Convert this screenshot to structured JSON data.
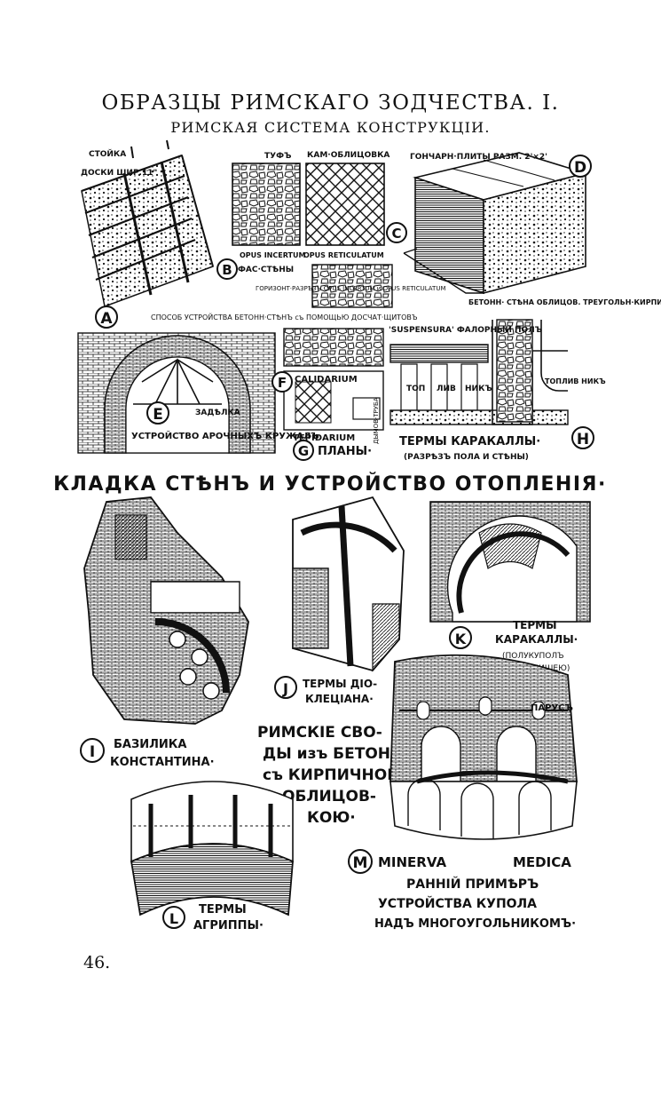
{
  "title": "ОБРАЗЦЫ РИМСКАГО ЗОДЧЕСТВА. I.",
  "subtitle": "РИМСКАЯ СИСТЕМА КОНСТРУКЦІИ.",
  "page_number": "46.",
  "section_heading": "КЛАДКА СТѢНЪ И УСТРОЙСТВО ОТОПЛЕНІЯ·",
  "panels": {
    "A": {
      "letter": "A",
      "labels": [
        "СТОЙКА",
        "ДОСКИ ШИР.11\"",
        "СПОСОБ УСТРОЙСТВА БЕТОНН·СТѢНЪ съ ПОМОЩЬЮ ДОСЧАТ·ЩИТОВЪ"
      ]
    },
    "B": {
      "letter": "B",
      "labels": [
        "ТУФЪ",
        "OPUS INCERTUM",
        "ФАС·СТѢНЫ",
        "ГОРИЗОНТ·РАЗРѢЗЪ ОРUS INCERTUM и OPUS RETICULATUM"
      ]
    },
    "C": {
      "letter": "C",
      "labels": [
        "КАМ·ОБЛИЦОВКА",
        "OPUS RETICULATUM"
      ]
    },
    "D": {
      "letter": "D",
      "labels": [
        "ГОНЧАРН·ПЛИТЫ РАЗМ. 2'×2'",
        "БЕТОНН· СТѢНА ОБЛИЦОВ. ТРЕУГОЛЬН·КИРПИЧАМИ"
      ]
    },
    "E": {
      "letter": "E",
      "labels": [
        "ЗАДѢЛКА",
        "УСТРОЙСТВО АРОЧНЫХЪ КРУЖАЛЪ"
      ]
    },
    "F": {
      "letter": "F",
      "labels": [
        "CALIDARIUM"
      ]
    },
    "G": {
      "letter": "G",
      "labels": [
        "TEPIDARIUM",
        "ПЛАНЫ·",
        "ДЫМОВ·ТРУБА"
      ]
    },
    "H": {
      "letter": "H",
      "labels": [
        "'SUSPENSURA' ФАЛОРНЫЙ ПОЛЪ",
        "ТОП",
        "ЛИВ",
        "НИКЪ",
        "ТОПЛИВ НИКЪ",
        "ТЕРМЫ КАРАКАЛЛЫ·",
        "(РАЗРѢЗЪ ПОЛА И СТѢНЫ)"
      ]
    },
    "I": {
      "letter": "I",
      "labels": [
        "БАЗИЛИКА",
        "КОНСТАНТИНА·"
      ]
    },
    "J": {
      "letter": "J",
      "labels": [
        "ТЕРМЫ ДІО-",
        "КЛЕЦІАНА·"
      ]
    },
    "K": {
      "letter": "K",
      "labels": [
        "ТЕРМЫ",
        "КАРАКАЛЛЫ·",
        "(ПОЛУКУПОЛЪ",
        "НАДЪ НИШЕЮ)"
      ]
    },
    "L": {
      "letter": "L",
      "labels": [
        "ТЕРМЫ",
        "АГРИППЫ·"
      ]
    },
    "M": {
      "letter": "M",
      "labels": [
        "MINERVA",
        "MEDICA",
        "ПАРУСЪ",
        "РАННІЙ ПРИМѢРЪ",
        "УСТРОЙСТВА КУПОЛА",
        "НАДЪ МНОГОУГОЛЬНИКОМЪ·"
      ]
    }
  },
  "center_caption": [
    "РИМСКІЕ СВО-",
    "ДЫ изъ БЕТОНА",
    "съ КИРПИЧНОЮ",
    "ОБЛИЦОВ-",
    "КОЮ·"
  ]
}
